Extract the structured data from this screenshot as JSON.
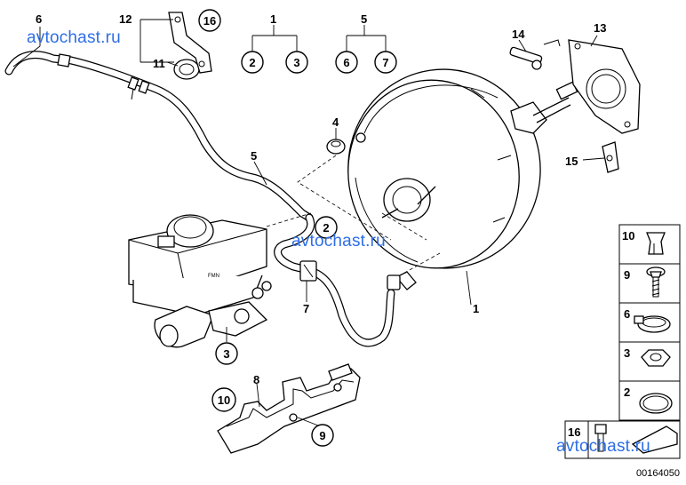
{
  "watermark": "avtochast.ru",
  "drawing_number": "00164050",
  "labels": {
    "c1": "1",
    "c2": "2",
    "c3": "3",
    "c4": "4",
    "c5": "5",
    "c6": "6",
    "c7": "7",
    "c8": "8",
    "c9": "9",
    "c10": "10",
    "c11": "11",
    "c12": "12",
    "c13": "13",
    "c14": "14",
    "c15": "15",
    "c16": "16"
  },
  "callouts": {
    "set1": [
      "2",
      "3"
    ],
    "set5": [
      "6",
      "7"
    ],
    "circled_2": "2",
    "circled_3": "3",
    "circled_6": "6",
    "circled_7": "7",
    "circled_9": "9",
    "circled_10": "10",
    "circled_16": "16"
  },
  "side_panel": [
    "10",
    "9",
    "6",
    "3",
    "2"
  ],
  "bottom_panel": "16",
  "reservoir_mark": "FMN"
}
